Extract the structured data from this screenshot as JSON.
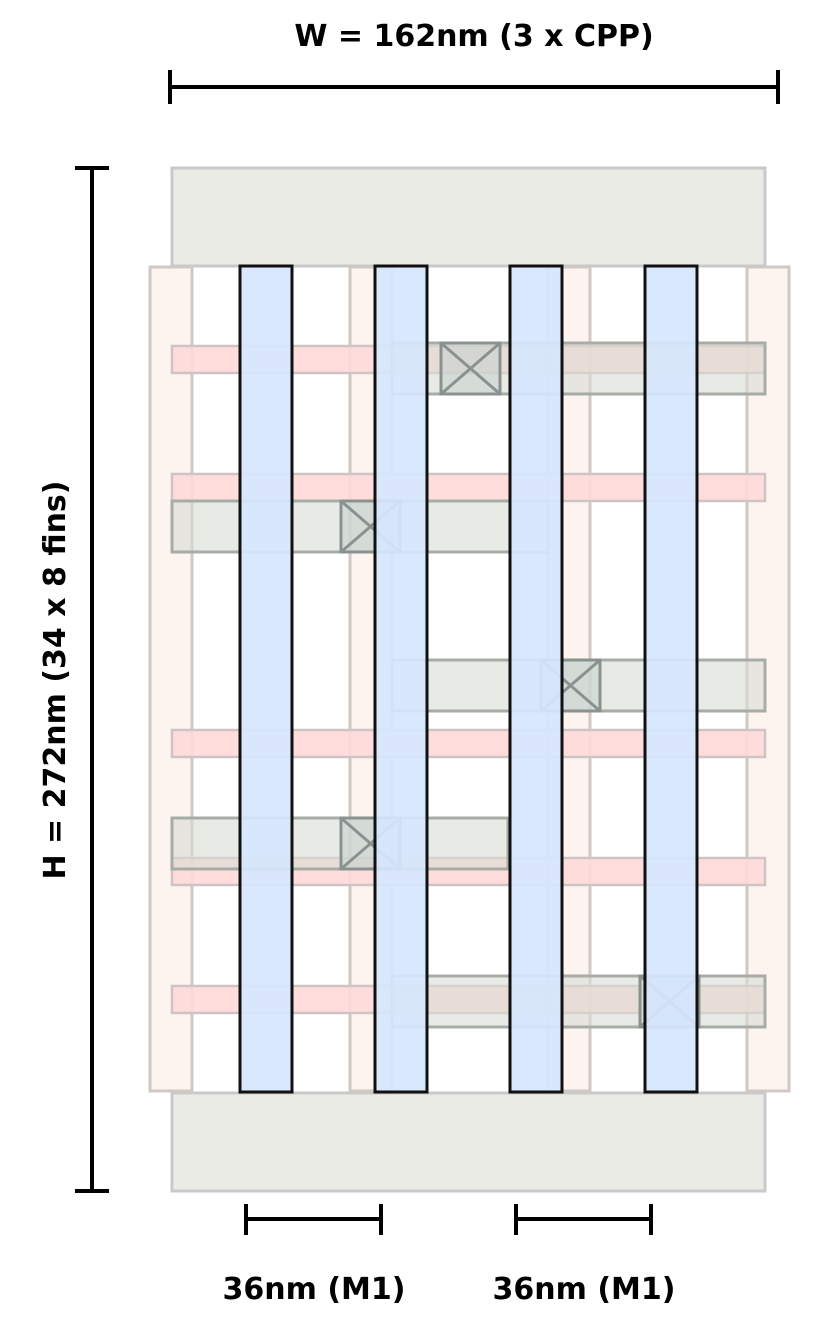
{
  "width_label": "W = 162nm (3 x CPP)",
  "height_label": "H = 272nm (34 x 8 fins)",
  "m1_pitch_labels": [
    "36nm (M1)",
    "36nm (M1)"
  ],
  "colors": {
    "power_rail": "#ebebe6",
    "poly": "#fdf1ec",
    "fin": "#ffd9d9",
    "m1": "#d6e6fd",
    "local_interconnect": "#e4e6e1",
    "outline": "#000000"
  }
}
